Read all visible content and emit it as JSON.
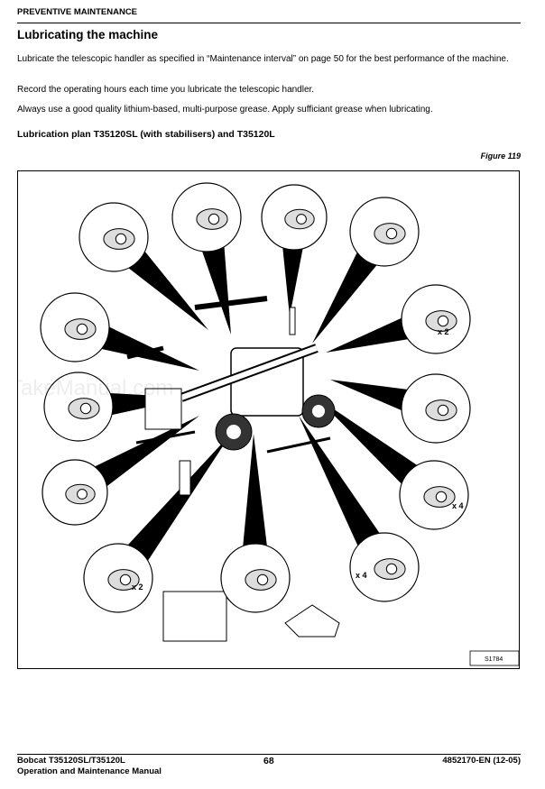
{
  "header": {
    "section": "PREVENTIVE MAINTENANCE"
  },
  "title": "Lubricating the machine",
  "paragraphs": [
    "Lubricate the telescopic handler as specified in “Maintenance interval” on page 50 for the best performance of the machine.",
    "Record the operating hours each time you lubricate the telescopic handler.",
    "Always use a good quality lithium-based, multi-purpose grease. Apply sufficiant grease when lubricating."
  ],
  "subtitle": "Lubrication plan T35120SL (with stabilisers) and T35120L",
  "figure": {
    "label": "Figure 119",
    "code": "S1784",
    "callouts": [
      "x 2",
      "x 4",
      "x 4",
      "x 2"
    ],
    "watermark": "TakeManual.com"
  },
  "footer": {
    "model": "Bobcat T35120SL/T35120L",
    "manual": "Operation and Maintenance Manual",
    "page": "68",
    "doc_id": "4852170-EN (12-05)"
  }
}
